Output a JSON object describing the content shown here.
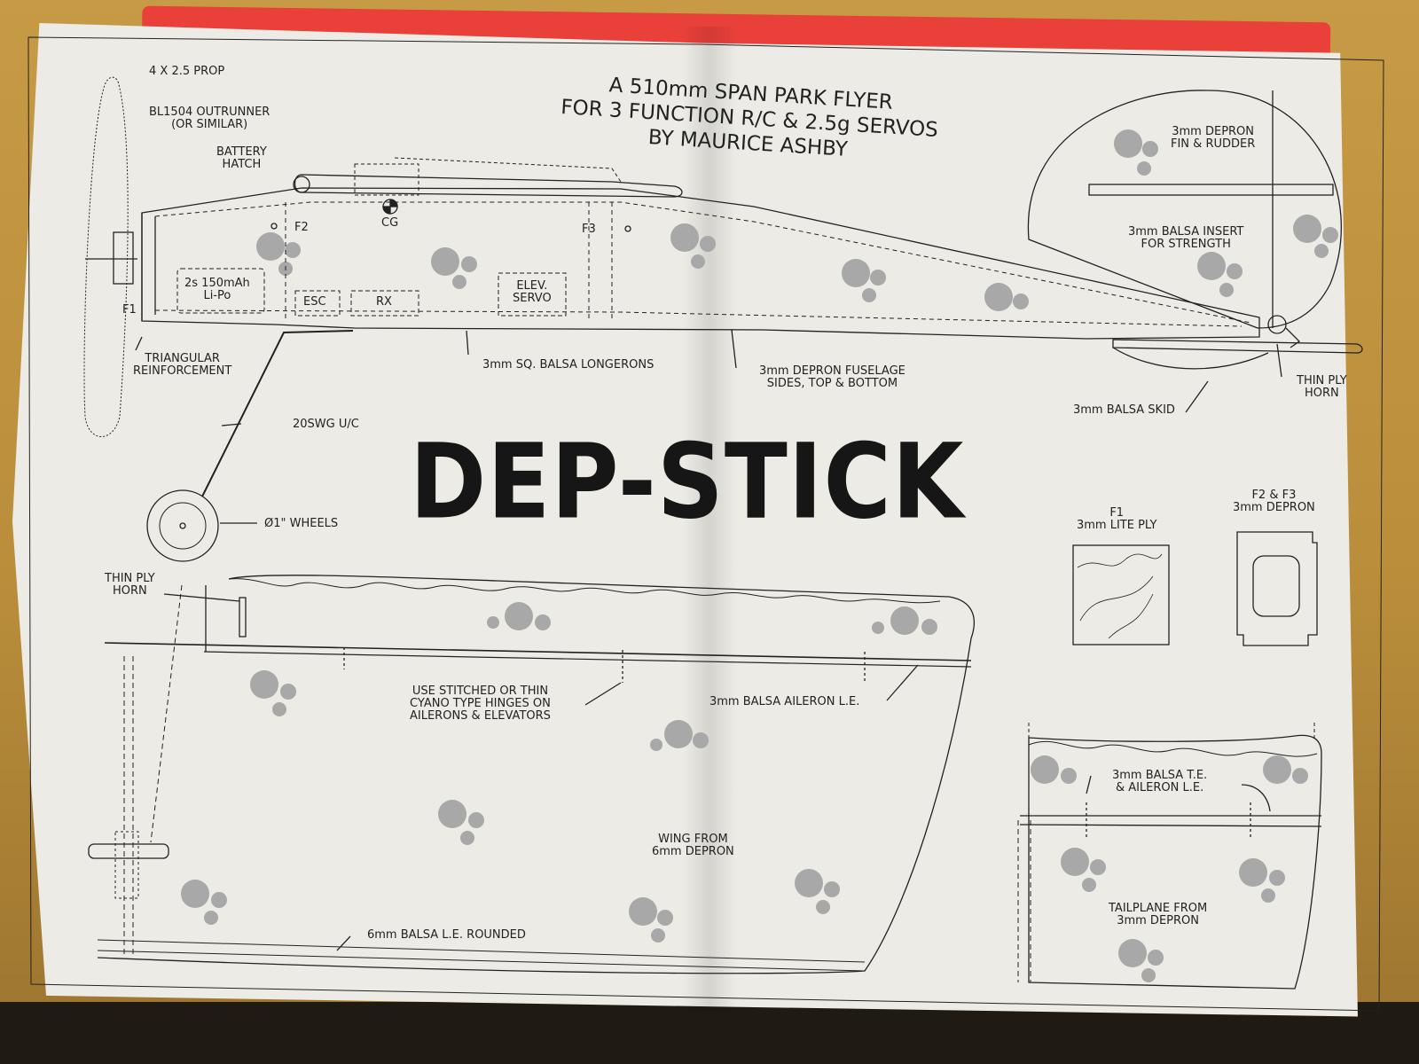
{
  "title_lines": [
    "A 510mm SPAN PARK FLYER",
    "FOR 3 FUNCTION R/C & 2.5g SERVOS",
    "BY MAURICE ASHBY"
  ],
  "model_name": "DEP-STICK",
  "labels": {
    "prop": "4 x 2.5 PROP",
    "motor_1": "BL1504 OUTRUNNER",
    "motor_2": "(OR SIMILAR)",
    "battery_hatch_1": "BATTERY",
    "battery_hatch_2": "HATCH",
    "f1": "F1",
    "f2": "F2",
    "cg": "CG",
    "f3": "F3",
    "battery_1": "2s 150mAh",
    "battery_2": "Li-Po",
    "esc": "ESC",
    "rx": "RX",
    "elev_servo_1": "ELEV.",
    "elev_servo_2": "SERVO",
    "triangular_1": "TRIANGULAR",
    "triangular_2": "REINFORCEMENT",
    "longerons": "3mm SQ. BALSA LONGERONS",
    "depron_sides_1": "3mm DEPRON FUSELAGE",
    "depron_sides_2": "SIDES, TOP & BOTTOM",
    "fin_1": "3mm DEPRON",
    "fin_2": "FIN & RUDDER",
    "insert_1": "3mm BALSA INSERT",
    "insert_2": "FOR STRENGTH",
    "skid": "3mm BALSA SKID",
    "tail_horn_1": "THIN PLY",
    "tail_horn_2": "HORN",
    "uc": "20SWG U/C",
    "wheels": "Ø1\" WHEELS",
    "f1_part_1": "F1",
    "f1_part_2": "3mm LITE PLY",
    "f2f3_part_1": "F2 & F3",
    "f2f3_part_2": "3mm DEPRON",
    "wing_horn_1": "THIN PLY",
    "wing_horn_2": "HORN",
    "hinges_1": "USE STITCHED OR THIN",
    "hinges_2": "CYANO TYPE HINGES ON",
    "hinges_3": "AILERONS & ELEVATORS",
    "aileron_le": "3mm BALSA AILERON L.E.",
    "wing_1": "WING FROM",
    "wing_2": "6mm DEPRON",
    "wing_le": "6mm BALSA L.E. ROUNDED",
    "tail_te_1": "3mm BALSA T.E.",
    "tail_te_2": "& AILERON L.E.",
    "tailplane_1": "TAILPLANE FROM",
    "tailplane_2": "3mm DEPRON"
  },
  "colors": {
    "ink": "#222222",
    "paper": "#ecebe5",
    "dots": "#a8a8a8",
    "cover": "#e9403a"
  }
}
